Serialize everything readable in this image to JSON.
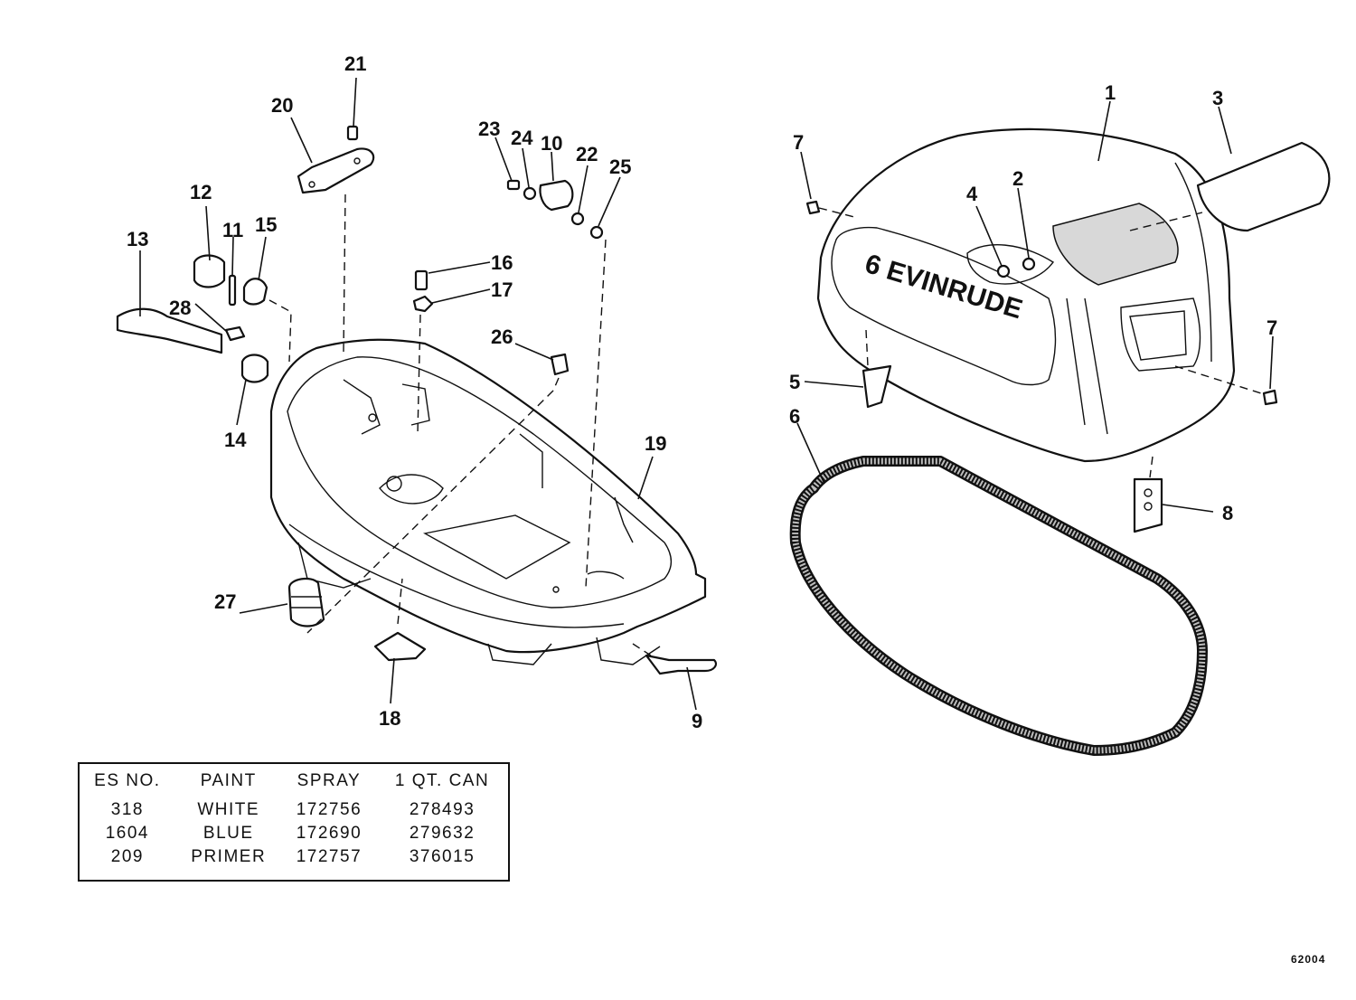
{
  "diagram": {
    "decal_text": "6 EVINRUDE",
    "part_labels": [
      "1",
      "2",
      "3",
      "4",
      "5",
      "6",
      "7",
      "7",
      "8",
      "9",
      "10",
      "11",
      "12",
      "13",
      "14",
      "15",
      "16",
      "17",
      "18",
      "19",
      "20",
      "21",
      "22",
      "23",
      "24",
      "25",
      "26",
      "27",
      "28"
    ]
  },
  "paint_table": {
    "headers": [
      "ES NO.",
      "PAINT",
      "SPRAY",
      "1 QT. CAN"
    ],
    "rows": [
      [
        "318",
        "WHITE",
        "172756",
        "278493"
      ],
      [
        "1604",
        "BLUE",
        "172690",
        "279632"
      ],
      [
        "209",
        "PRIMER",
        "172757",
        "376015"
      ]
    ]
  },
  "drawing_number": "62004"
}
